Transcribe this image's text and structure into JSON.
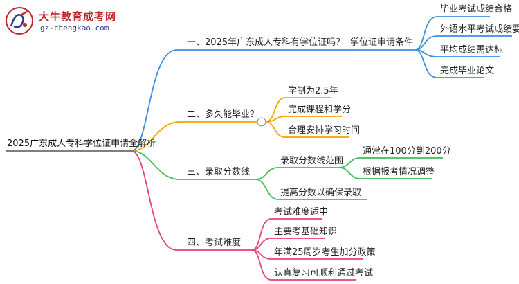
{
  "logo": {
    "title": "大牛教育成考网",
    "url": "gz-chengkao.com"
  },
  "root": {
    "label": "2025广东成人专科学位证申请全解析"
  },
  "branches": [
    {
      "label": "一、2025年广东成人专科有学位证吗？",
      "color": "#3d8fe0",
      "children": [
        {
          "label": "学位证申请条件",
          "children": [
            {
              "label": "毕业考试成绩合格"
            },
            {
              "label": "外语水平考试成绩要求"
            },
            {
              "label": "平均成绩需达标"
            },
            {
              "label": "完成毕业论文"
            }
          ]
        }
      ]
    },
    {
      "label": "二、多久能毕业？",
      "color": "#f0a500",
      "collapse_symbol": "−",
      "children": [
        {
          "label": "学制为2.5年"
        },
        {
          "label": "完成课程和学分"
        },
        {
          "label": "合理安排学习时间"
        }
      ]
    },
    {
      "label": "三、录取分数线",
      "color": "#3ebd5a",
      "children": [
        {
          "label": "录取分数线范围",
          "children": [
            {
              "label": "通常在100分到200分"
            },
            {
              "label": "根据报考情况调整"
            }
          ]
        },
        {
          "label": "提高分数以确保录取"
        }
      ]
    },
    {
      "label": "四、考试难度",
      "color": "#e8407a",
      "children": [
        {
          "label": "考试难度适中"
        },
        {
          "label": "主要考基础知识"
        },
        {
          "label": "年满25周岁考生加分政策"
        },
        {
          "label": "认真复习可顺利通过考试"
        }
      ]
    }
  ]
}
